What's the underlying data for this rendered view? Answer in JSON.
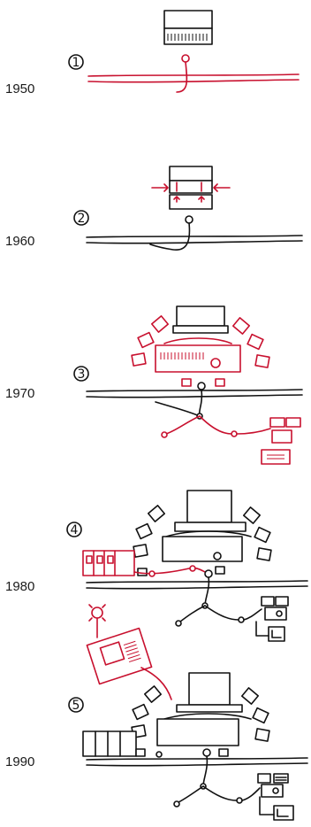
{
  "stages": [
    {
      "number": "1",
      "year": "1950"
    },
    {
      "number": "2",
      "year": "1960"
    },
    {
      "number": "3",
      "year": "1970"
    },
    {
      "number": "4",
      "year": "1980"
    },
    {
      "number": "5",
      "year": "1990"
    }
  ],
  "colors": {
    "ink": "#111111",
    "accent": "#c8102e",
    "background": "#ffffff"
  }
}
